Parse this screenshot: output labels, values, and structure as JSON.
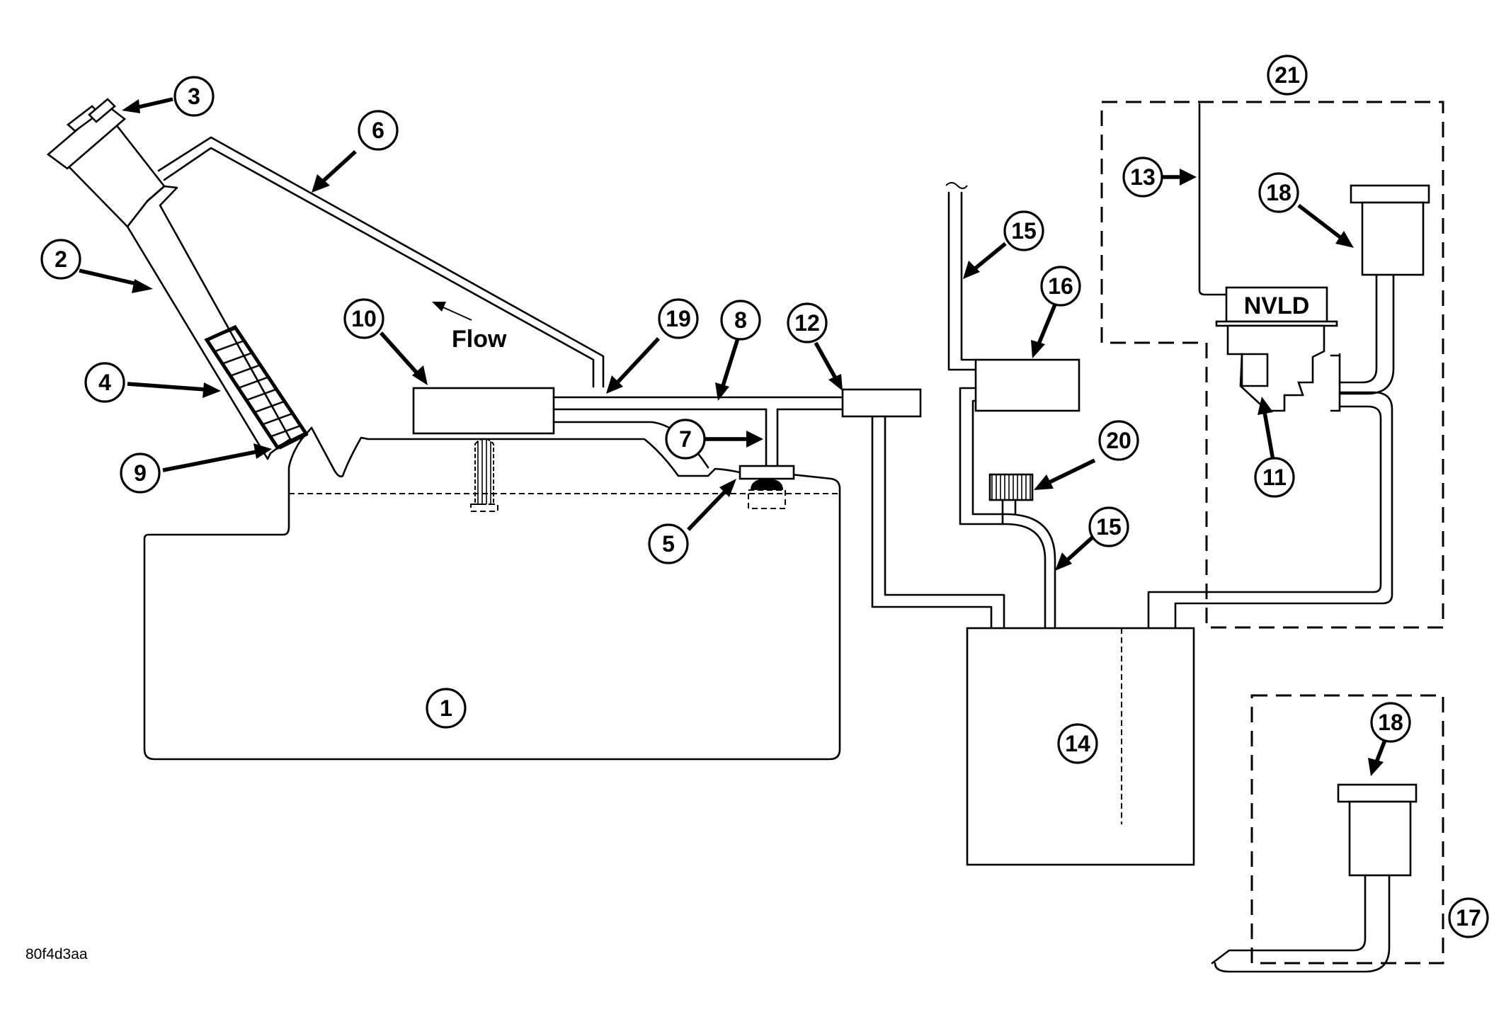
{
  "callouts": [
    {
      "id": "c1",
      "label": "1"
    },
    {
      "id": "c2",
      "label": "2"
    },
    {
      "id": "c3",
      "label": "3"
    },
    {
      "id": "c4",
      "label": "4"
    },
    {
      "id": "c5",
      "label": "5"
    },
    {
      "id": "c6",
      "label": "6"
    },
    {
      "id": "c7",
      "label": "7"
    },
    {
      "id": "c8",
      "label": "8"
    },
    {
      "id": "c9",
      "label": "9"
    },
    {
      "id": "c10",
      "label": "10"
    },
    {
      "id": "c11",
      "label": "11"
    },
    {
      "id": "c12",
      "label": "12"
    },
    {
      "id": "c13",
      "label": "13"
    },
    {
      "id": "c14",
      "label": "14"
    },
    {
      "id": "c15a",
      "label": "15"
    },
    {
      "id": "c15b",
      "label": "15"
    },
    {
      "id": "c16",
      "label": "16"
    },
    {
      "id": "c17",
      "label": "17"
    },
    {
      "id": "c18a",
      "label": "18"
    },
    {
      "id": "c18b",
      "label": "18"
    },
    {
      "id": "c19",
      "label": "19"
    },
    {
      "id": "c20",
      "label": "20"
    },
    {
      "id": "c21",
      "label": "21"
    }
  ],
  "flow_label": "Flow",
  "nvld_label": "NVLD",
  "figure_code": "80f4d3aa"
}
